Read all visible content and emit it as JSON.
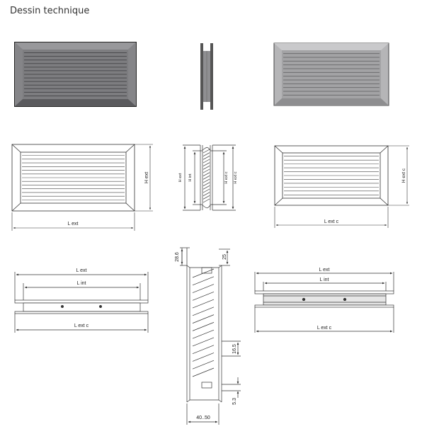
{
  "page": {
    "title": "Dessin technique"
  },
  "labels": {
    "h_ext": "H ext",
    "h_int": "H int",
    "h_ext_c": "H ext c",
    "l_ext": "L ext",
    "l_int": "L int",
    "l_ext_c": "L ext c",
    "dim_28_6": "28.6",
    "dim_25": "25",
    "dim_16_5": "16.5",
    "dim_5_3": "5.3",
    "dim_40_50": "40..50"
  },
  "colors": {
    "grille_dark": "#7d7d80",
    "grille_light": "#a3a3a5",
    "line": "#333333"
  }
}
